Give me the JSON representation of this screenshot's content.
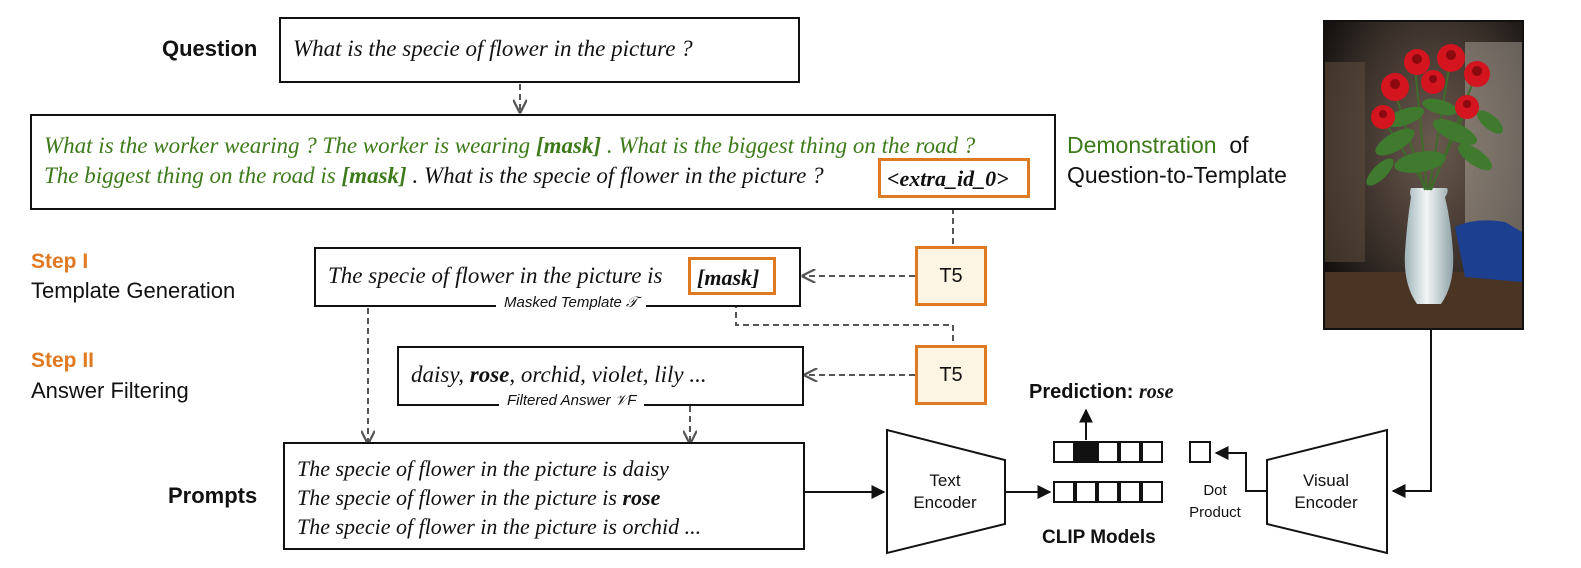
{
  "labels": {
    "question": "Question",
    "prompts": "Prompts",
    "step1_title": "Step I",
    "step1_desc": "Template Generation",
    "step2_title": "Step II",
    "step2_desc": "Answer Filtering",
    "demo_word": "Demonstration",
    "demo_of": "of",
    "demo_line2": "Question-to-Template",
    "t5_top": "T5",
    "t5_bottom": "T5",
    "text_encoder_line1": "Text",
    "text_encoder_line2": "Encoder",
    "visual_encoder_line1": "Visual",
    "visual_encoder_line2": "Encoder",
    "dot_line1": "Dot",
    "dot_line2": "Product",
    "clip_models": "CLIP Models",
    "prediction_label": "Prediction: ",
    "prediction_value": "rose"
  },
  "question_text": "What is the specie of flower in the picture ?",
  "demonstration": {
    "line1_a": "What is the worker wearing ? The worker is wearing ",
    "line1_mask": "[mask]",
    "line1_b": " . What is the biggest thing on the road ?",
    "line2_a": "The biggest thing on the road is ",
    "line2_mask": "[mask]",
    "line2_b": " . What is the specie of flower in the picture ? ",
    "line2_token": "<extra_id_0>"
  },
  "template": {
    "text": "The specie of flower in the picture is ",
    "mask": "[mask]",
    "caption": "Masked Template 𝒯"
  },
  "answers": {
    "a1": "daisy, ",
    "a2": "rose",
    "a3": ", orchid, violet, lily ...",
    "caption": "Filtered Answer 𝒱F"
  },
  "prompts": {
    "p1": "The specie of flower in the picture is daisy",
    "p2_a": "The specie of flower in the picture is ",
    "p2_b": "rose",
    "p3": "The specie of flower in the picture is orchid  ..."
  },
  "colors": {
    "orange": "#e07a22",
    "green": "#3d7a1a",
    "t5_fill": "#fdf5e3"
  }
}
